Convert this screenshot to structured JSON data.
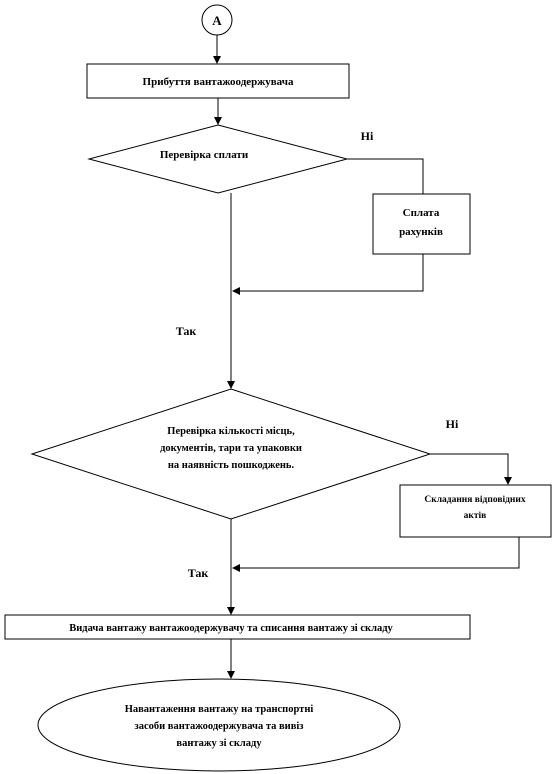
{
  "connector": {
    "label": "A"
  },
  "nodes": {
    "arrival": {
      "label": "Прибуття вантажоодержувача"
    },
    "payment_check": {
      "label": "Перевірка сплати"
    },
    "pay_invoices": {
      "line1": "Сплата",
      "line2": "рахунків"
    },
    "quantity_check": {
      "line1": "Перевірка кількості місць,",
      "line2": "документів, тари та упаковки",
      "line3": "на наявність пошкоджень."
    },
    "make_acts": {
      "line1": "Складання відповідних",
      "line2": "актів"
    },
    "issue": {
      "label": "Видача вантажу вантажоодержувачу та списання вантажу зі складу"
    },
    "loading": {
      "line1": "Навантаження вантажу на транспортні",
      "line2": "засоби вантажоодержувача та вивіз",
      "line3": "вантажу зі складу"
    }
  },
  "edge_labels": {
    "payment_no": "Ні",
    "payment_yes": "Так",
    "quantity_no": "Ні",
    "quantity_yes": "Так"
  }
}
